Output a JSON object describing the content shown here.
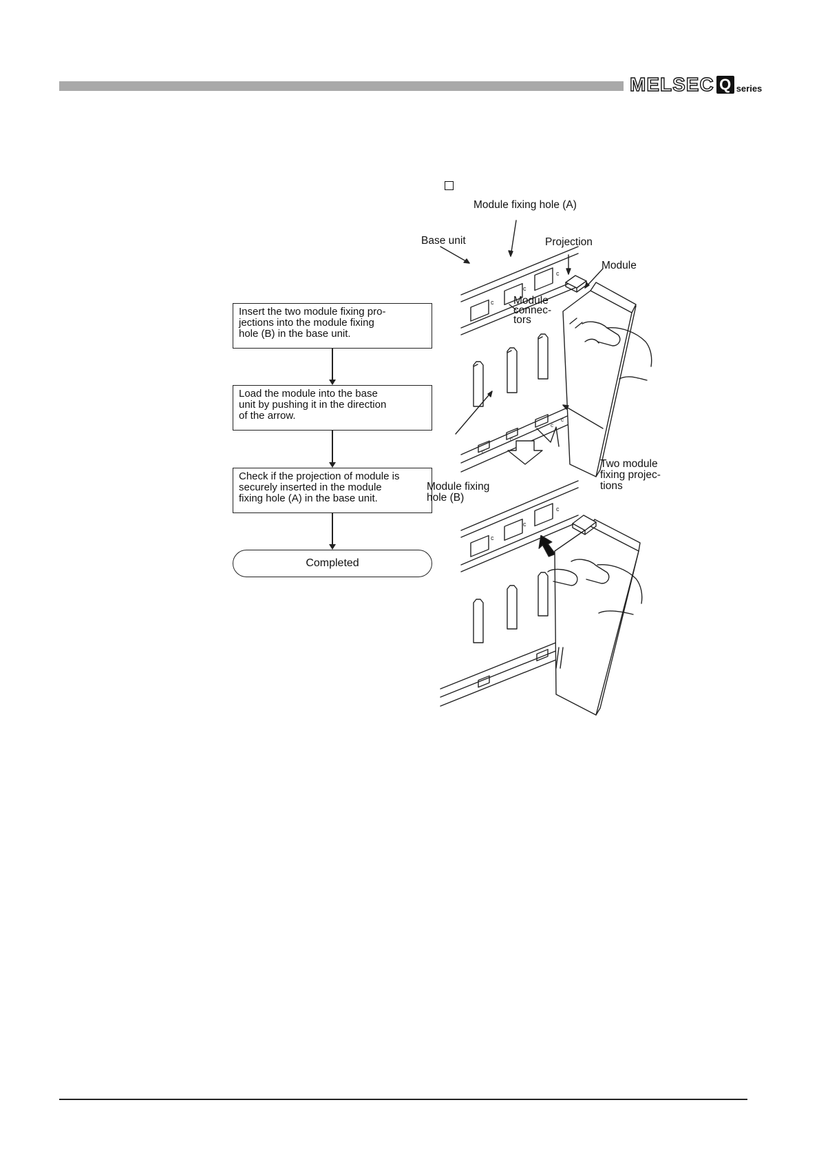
{
  "header": {
    "brand_name": "MELSEC",
    "brand_letter": "Q",
    "brand_suffix": "series"
  },
  "flowchart": {
    "steps": [
      {
        "lines": [
          "Insert the two module fixing pro-",
          "jections into the module fixing",
          "hole (B) in the base unit."
        ]
      },
      {
        "lines": [
          "Load the module into the base",
          "unit by pushing it in the direction",
          "of the arrow."
        ]
      },
      {
        "lines": [
          "Check if the projection of module is",
          "securely inserted in the module",
          "fixing hole (A) in the base unit."
        ]
      }
    ],
    "terminal_label": "Completed"
  },
  "illustration": {
    "labels": {
      "module_fixing_hole_a": "Module fixing hole (A)",
      "base_unit": "Base unit",
      "projection": "Projection",
      "module": "Module",
      "module_connectors": [
        "Module",
        "connec-",
        "tors"
      ],
      "module_fixing_hole_b": [
        "Module fixing",
        "hole (B)"
      ],
      "two_module_fixing_projections": [
        "Two module",
        "fixing projec-",
        "tions"
      ]
    }
  }
}
